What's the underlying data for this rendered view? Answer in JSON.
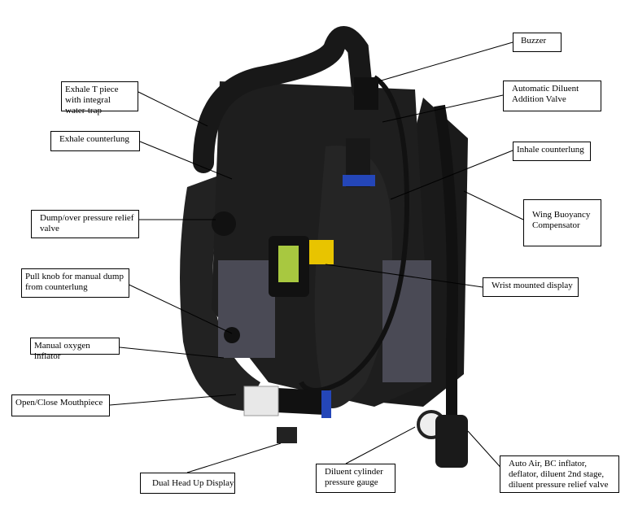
{
  "labels": {
    "exhale_t_piece": "Exhale T piece with integral water-trap",
    "exhale_counterlung": "Exhale counterlung",
    "dump_valve": "Dump/over pressure relief valve",
    "pull_knob": "Pull knob for manual dump from counterlung",
    "manual_oxygen": "Manual oxygen inflator",
    "mouthpiece": "Open/Close Mouthpiece",
    "hud": "Dual Head Up Display",
    "diluent_gauge": "Diluent cylinder pressure gauge",
    "auto_air": "Auto Air, BC inflator, deflator, diluent 2nd stage, diluent pressure relief valve",
    "buzzer": "Buzzer",
    "adv": "Automatic Diluent Addition Valve",
    "inhale_counterlung": "Inhale counterlung",
    "wing": "Wing Buoyancy Compensator",
    "wrist_display": "Wrist mounted display"
  },
  "colors": {
    "device": "#1c1c1c",
    "accent_blue": "#2446b8",
    "accent_yellow": "#e8c400",
    "display": "#a8c840"
  }
}
